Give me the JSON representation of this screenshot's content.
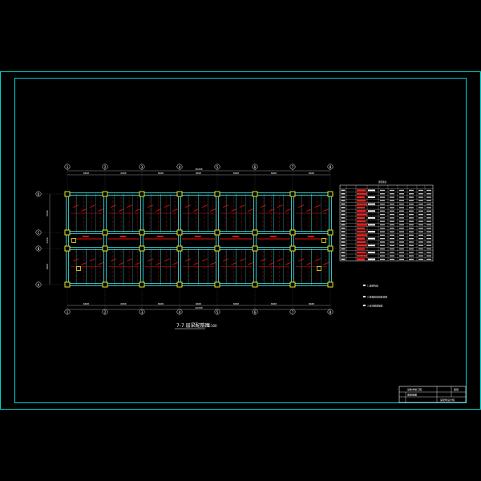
{
  "drawing": {
    "plan_title": "7-7 层梁配筋图",
    "plan_scale": "1:100",
    "colors": {
      "background": "#000000",
      "border": "#00d2d2",
      "beam": "#3ad0d0",
      "rebar": "#e01010",
      "column": "#e8e820",
      "dim_line": "#ffffff",
      "table_highlight": "#ff2020"
    },
    "x_axes": [
      "1",
      "2",
      "3",
      "4",
      "5",
      "6",
      "7",
      "8"
    ],
    "y_axes": [
      "D",
      "C",
      "B",
      "A"
    ],
    "top_dims": [
      "6600",
      "6600",
      "6600",
      "6600",
      "6600",
      "6600",
      "6600"
    ],
    "top_total": "46200",
    "bottom_dims": [
      "6600",
      "6600",
      "6600",
      "6600",
      "6600",
      "6600",
      "6600"
    ],
    "bottom_total": "46200",
    "left_dims": [
      "6000",
      "2400",
      "6000"
    ]
  },
  "rebar_table": {
    "title": "梁配筋表",
    "rows": 22
  },
  "notes": {
    "n1": "1.说明内容",
    "n2": "2.梁箍筋加密区范围",
    "n3": "3.未注明梁配筋"
  },
  "title_block": {
    "project": "某教学楼工程",
    "drawing_name": "梁配筋图",
    "sheet_code": "结施",
    "institution": "某建筑设计院"
  }
}
